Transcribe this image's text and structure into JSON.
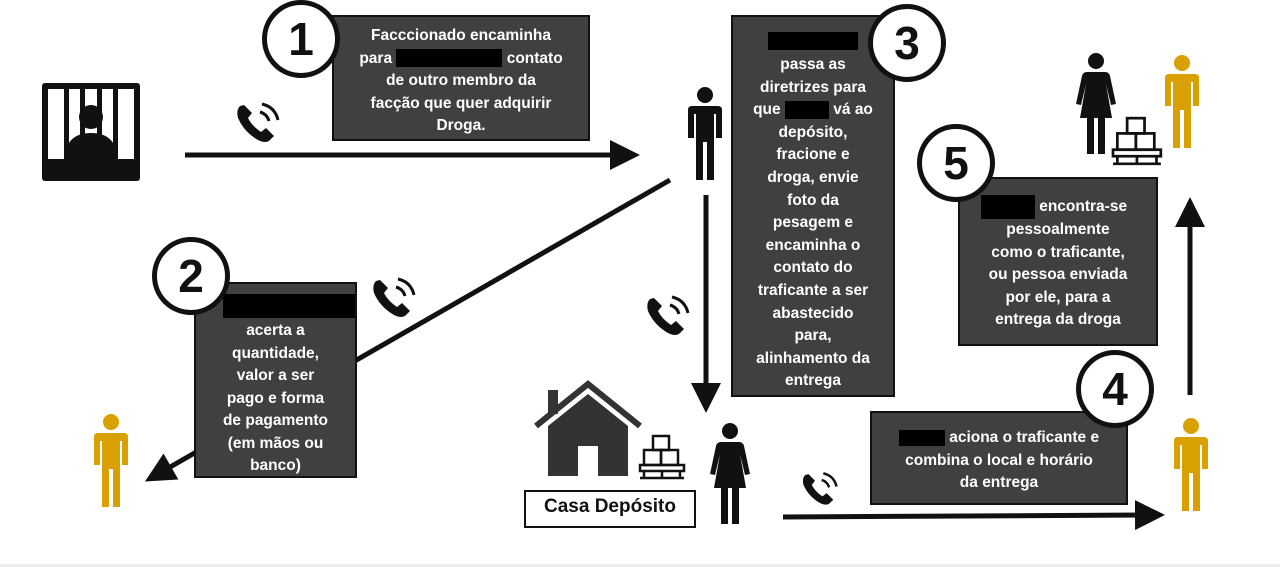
{
  "colors": {
    "box_bg": "#404040",
    "ink": "#111111",
    "accent_person": "#D8A000"
  },
  "steps": [
    {
      "number": "1",
      "lines": [
        "Facccionado encaminha",
        "para",
        "contato",
        "de outro membro da",
        "facção que quer adquirir",
        "Droga."
      ]
    },
    {
      "number": "2",
      "lines": [
        "acerta a",
        "quantidade,",
        "valor a ser",
        "pago e forma",
        "de pagamento",
        "(em mãos ou",
        "banco)"
      ]
    },
    {
      "number": "3",
      "lines": [
        "passa as",
        "diretrizes para",
        "que",
        "vá ao",
        "depósito,",
        "fracione e",
        "droga, envie",
        "foto da",
        "pesagem e",
        "encaminha o",
        "contato do",
        "traficante a ser",
        "abastecido",
        "para,",
        "alinhamento da",
        "entrega"
      ]
    },
    {
      "number": "4",
      "lines": [
        "aciona o traficante e",
        "combina o local e horário",
        "da entrega"
      ]
    },
    {
      "number": "5",
      "lines": [
        "encontra-se",
        "pessoalmente",
        "como o traficante,",
        "ou pessoa enviada",
        "por ele, para  a",
        "entrega da droga"
      ]
    }
  ],
  "house_label": "Casa Depósito",
  "icons": [
    "prisoner-icon",
    "phone-icon",
    "person-icon",
    "woman-icon",
    "house-icon",
    "boxes-pallet-icon"
  ]
}
